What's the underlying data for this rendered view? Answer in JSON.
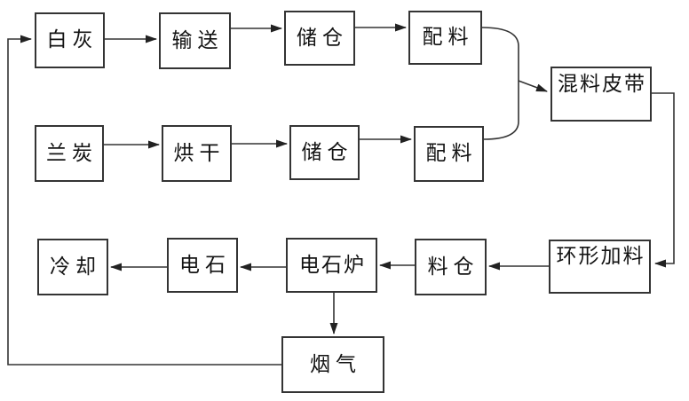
{
  "diagram": {
    "type": "flowchart",
    "background_color": "#ffffff",
    "box_border_color": "#343434",
    "line_color": "#333333",
    "text_color": "#131313",
    "nodes": [
      {
        "id": "lime",
        "label": "白灰"
      },
      {
        "id": "convey",
        "label": "输送"
      },
      {
        "id": "silo-1",
        "label": "储仓"
      },
      {
        "id": "batching-1",
        "label": "配料"
      },
      {
        "id": "semicoke",
        "label": "兰炭"
      },
      {
        "id": "drying",
        "label": "烘干"
      },
      {
        "id": "silo-2",
        "label": "储仓"
      },
      {
        "id": "batching-2",
        "label": "配料"
      },
      {
        "id": "mixing-belt",
        "label": "混料皮带"
      },
      {
        "id": "ring-feeder",
        "label": "环形加料"
      },
      {
        "id": "material-bin",
        "label": "料仓"
      },
      {
        "id": "carbide-furnace",
        "label": "电石炉"
      },
      {
        "id": "carbide",
        "label": "电石"
      },
      {
        "id": "cooling",
        "label": "冷却"
      },
      {
        "id": "flue-gas",
        "label": "烟气"
      }
    ],
    "edges": [
      {
        "from": "lime",
        "to": "convey"
      },
      {
        "from": "convey",
        "to": "silo-1"
      },
      {
        "from": "silo-1",
        "to": "batching-1"
      },
      {
        "from": "batching-1",
        "to": "mixing-belt",
        "via": "merge-with-batching-2"
      },
      {
        "from": "semicoke",
        "to": "drying"
      },
      {
        "from": "drying",
        "to": "silo-2"
      },
      {
        "from": "silo-2",
        "to": "batching-2"
      },
      {
        "from": "batching-2",
        "to": "mixing-belt",
        "via": "merge-with-batching-1"
      },
      {
        "from": "mixing-belt",
        "to": "ring-feeder"
      },
      {
        "from": "ring-feeder",
        "to": "material-bin"
      },
      {
        "from": "material-bin",
        "to": "carbide-furnace"
      },
      {
        "from": "carbide-furnace",
        "to": "carbide"
      },
      {
        "from": "carbide",
        "to": "cooling"
      },
      {
        "from": "carbide-furnace",
        "to": "flue-gas"
      },
      {
        "from": "flue-gas",
        "to": "lime"
      }
    ]
  }
}
